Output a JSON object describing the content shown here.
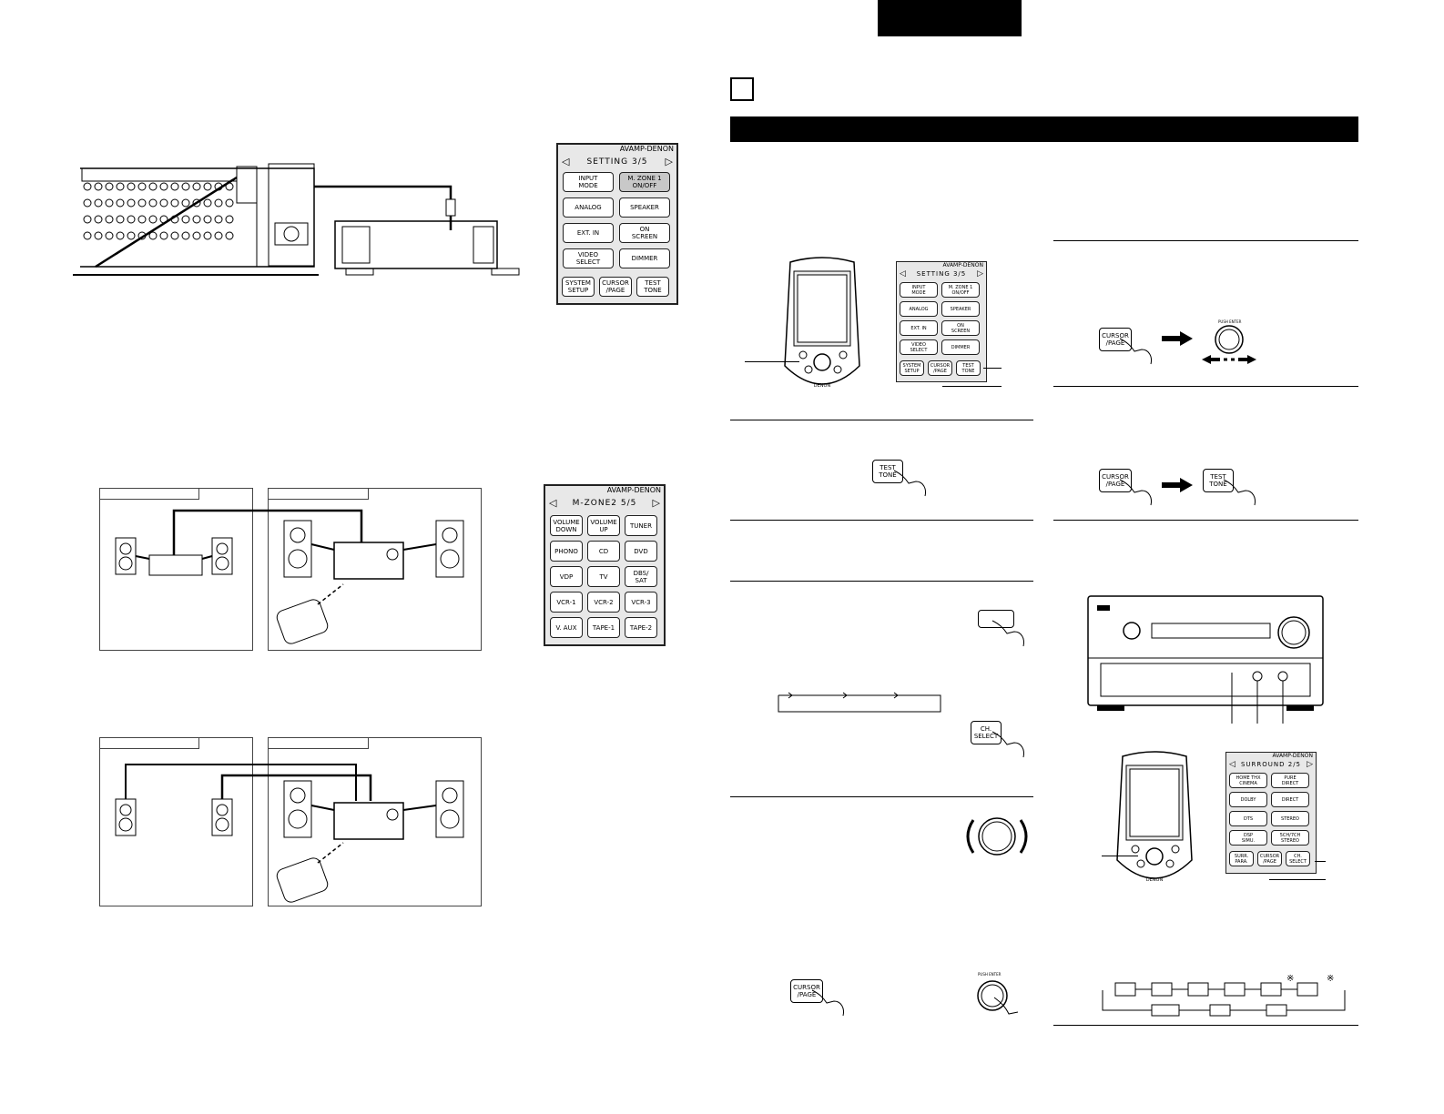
{
  "header_box": {
    "color": "#000000"
  },
  "section_title_bar": {
    "color": "#000000"
  },
  "setting_screen": {
    "brand": "AVAMP-DENON",
    "title": "SETTING    3/5",
    "buttons": [
      "INPUT\nMODE",
      "M. ZONE 1\nON/OFF",
      "ANALOG",
      "SPEAKER",
      "EXT. IN",
      "ON\nSCREEN",
      "VIDEO\nSELECT",
      "DIMMER",
      "SYSTEM\nSETUP",
      "CURSOR\n/PAGE",
      "TEST\nTONE"
    ]
  },
  "setting_screen_small": {
    "brand": "AVAMP-DENON",
    "title": "SETTING    3/5",
    "buttons": [
      "INPUT\nMODE",
      "M. ZONE 1\nON/OFF",
      "ANALOG",
      "SPEAKER",
      "EXT. IN",
      "ON\nSCREEN",
      "VIDEO\nSELECT",
      "DIMMER",
      "SYSTEM\nSETUP",
      "CURSOR\n/PAGE",
      "TEST\nTONE"
    ]
  },
  "mzone_screen": {
    "brand": "AVAMP-DENON",
    "title": "M-ZONE2    5/5",
    "buttons": [
      "VOLUME\nDOWN",
      "VOLUME\nUP",
      "TUNER",
      "PHONO",
      "CD",
      "DVD",
      "VDP",
      "TV",
      "DBS/\nSAT",
      "VCR-1",
      "VCR-2",
      "VCR-3",
      "V. AUX",
      "TAPE-1",
      "TAPE-2"
    ]
  },
  "surround_screen": {
    "brand": "AVAMP-DENON",
    "title": "SURROUND 2/5",
    "buttons": [
      "HOME THX\nCINEMA",
      "PURE\nDIRECT",
      "DOLBY",
      "DIRECT",
      "DTS",
      "STEREO",
      "DSP\nSIMU.",
      "5CH/7CH\nSTEREO",
      "SURR.\nPARA.",
      "CURSOR\n/PAGE",
      "CH.\nSELECT"
    ]
  },
  "keys": {
    "test_tone": "TEST\nTONE",
    "cursor_page": "CURSOR\n/PAGE",
    "ch_select": "CH.\nSELECT",
    "push_enter": "PUSH ENTER",
    "remote_brand": "DENON"
  },
  "marks": {
    "asterisk": "※"
  }
}
